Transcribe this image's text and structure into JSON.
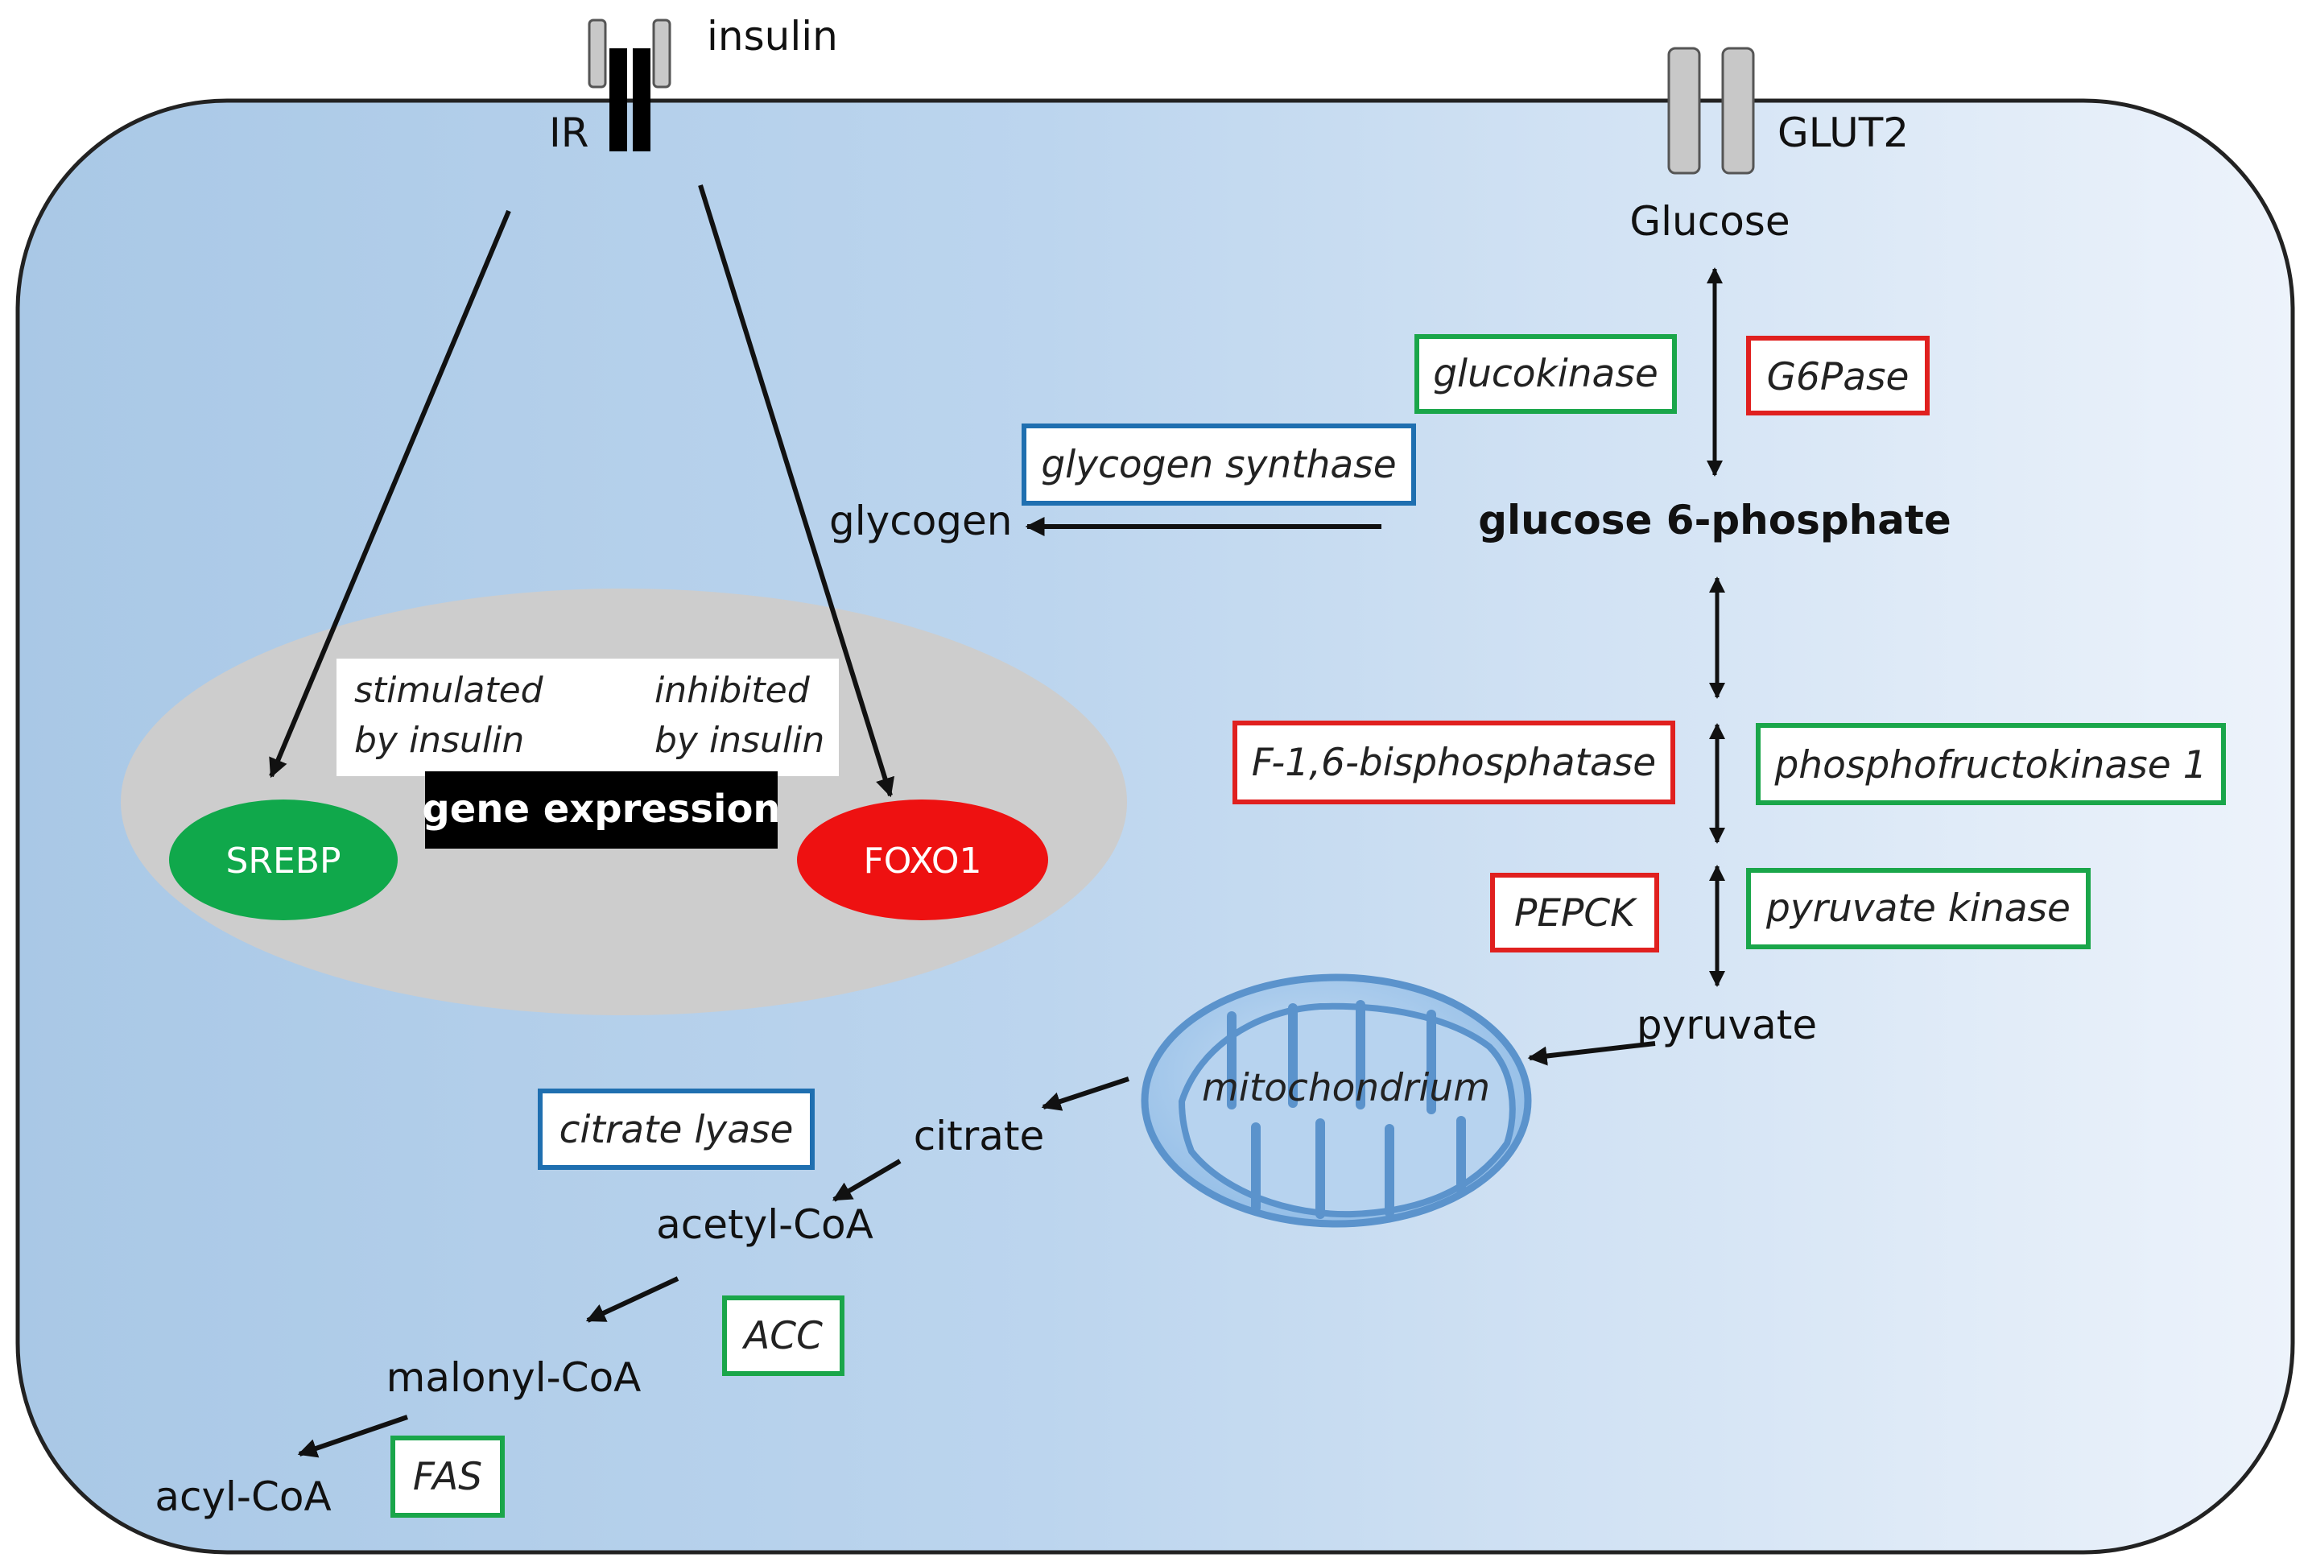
{
  "receptors": {
    "insulin_label": "insulin",
    "ir_label": "IR",
    "glut2_label": "GLUT2"
  },
  "nucleus": {
    "stimulated_line1": "stimulated",
    "stimulated_line2": "by insulin",
    "inhibited_line1": "inhibited",
    "inhibited_line2": "by insulin",
    "gene_expression": "gene expression",
    "srebp": "SREBP",
    "foxo1": "FOXO1"
  },
  "metabolites": {
    "glucose": "Glucose",
    "glucose_6_phosphate": "glucose 6-phosphate",
    "glycogen": "glycogen",
    "pyruvate": "pyruvate",
    "citrate": "citrate",
    "acetyl_coa": "acetyl-CoA",
    "malonyl_coa": "malonyl-CoA",
    "acyl_coa": "acyl-CoA",
    "mitochondrion": "mitochondrium"
  },
  "enzymes": {
    "glucokinase": "glucokinase",
    "g6pase": "G6Pase",
    "glycogen_synthase": "glycogen synthase",
    "f16bisphosphatase": "F-1,6-bisphosphatase",
    "phosphofructokinase": "phosphofructokinase 1",
    "pepck": "PEPCK",
    "pyruvate_kinase": "pyruvate kinase",
    "citrate_lyase": "citrate lyase",
    "acc": "ACC",
    "fas": "FAS"
  },
  "colors": {
    "stimulated_by_insulin": "#1aa64a",
    "inhibited_by_insulin": "#e0201f",
    "insulin_regulated_other": "#1f6fb0",
    "srebp_fill": "#10a84b",
    "foxo1_fill": "#ee1111",
    "nucleus_fill": "#cdcdcd",
    "mitochondrion_fill": "#9cc3e8",
    "mitochondrion_stroke": "#5b93cc"
  }
}
